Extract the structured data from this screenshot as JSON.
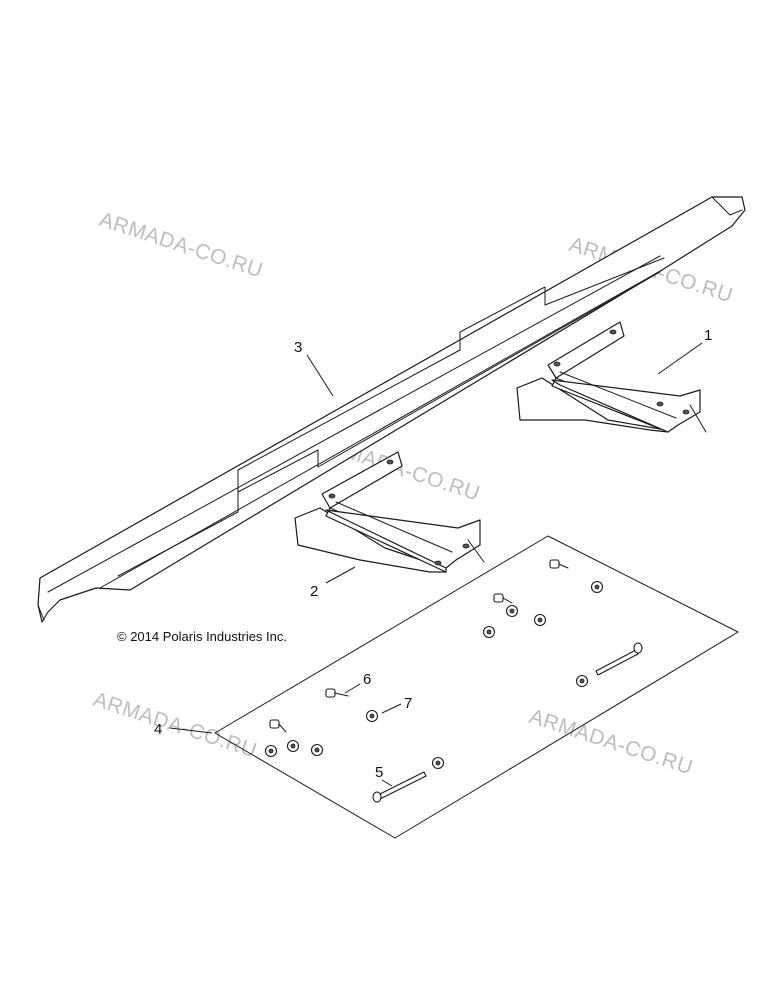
{
  "copyright": "© 2014 Polaris Industries Inc.",
  "watermarks": [
    "ARMADA-CO.RU",
    "ARMADA-CO.RU",
    "ARMADA-CO.RU",
    "ARMADA-CO.RU",
    "ARMADA-CO.RU"
  ],
  "callouts": [
    "1",
    "2",
    "3",
    "4",
    "5",
    "6",
    "7"
  ]
}
